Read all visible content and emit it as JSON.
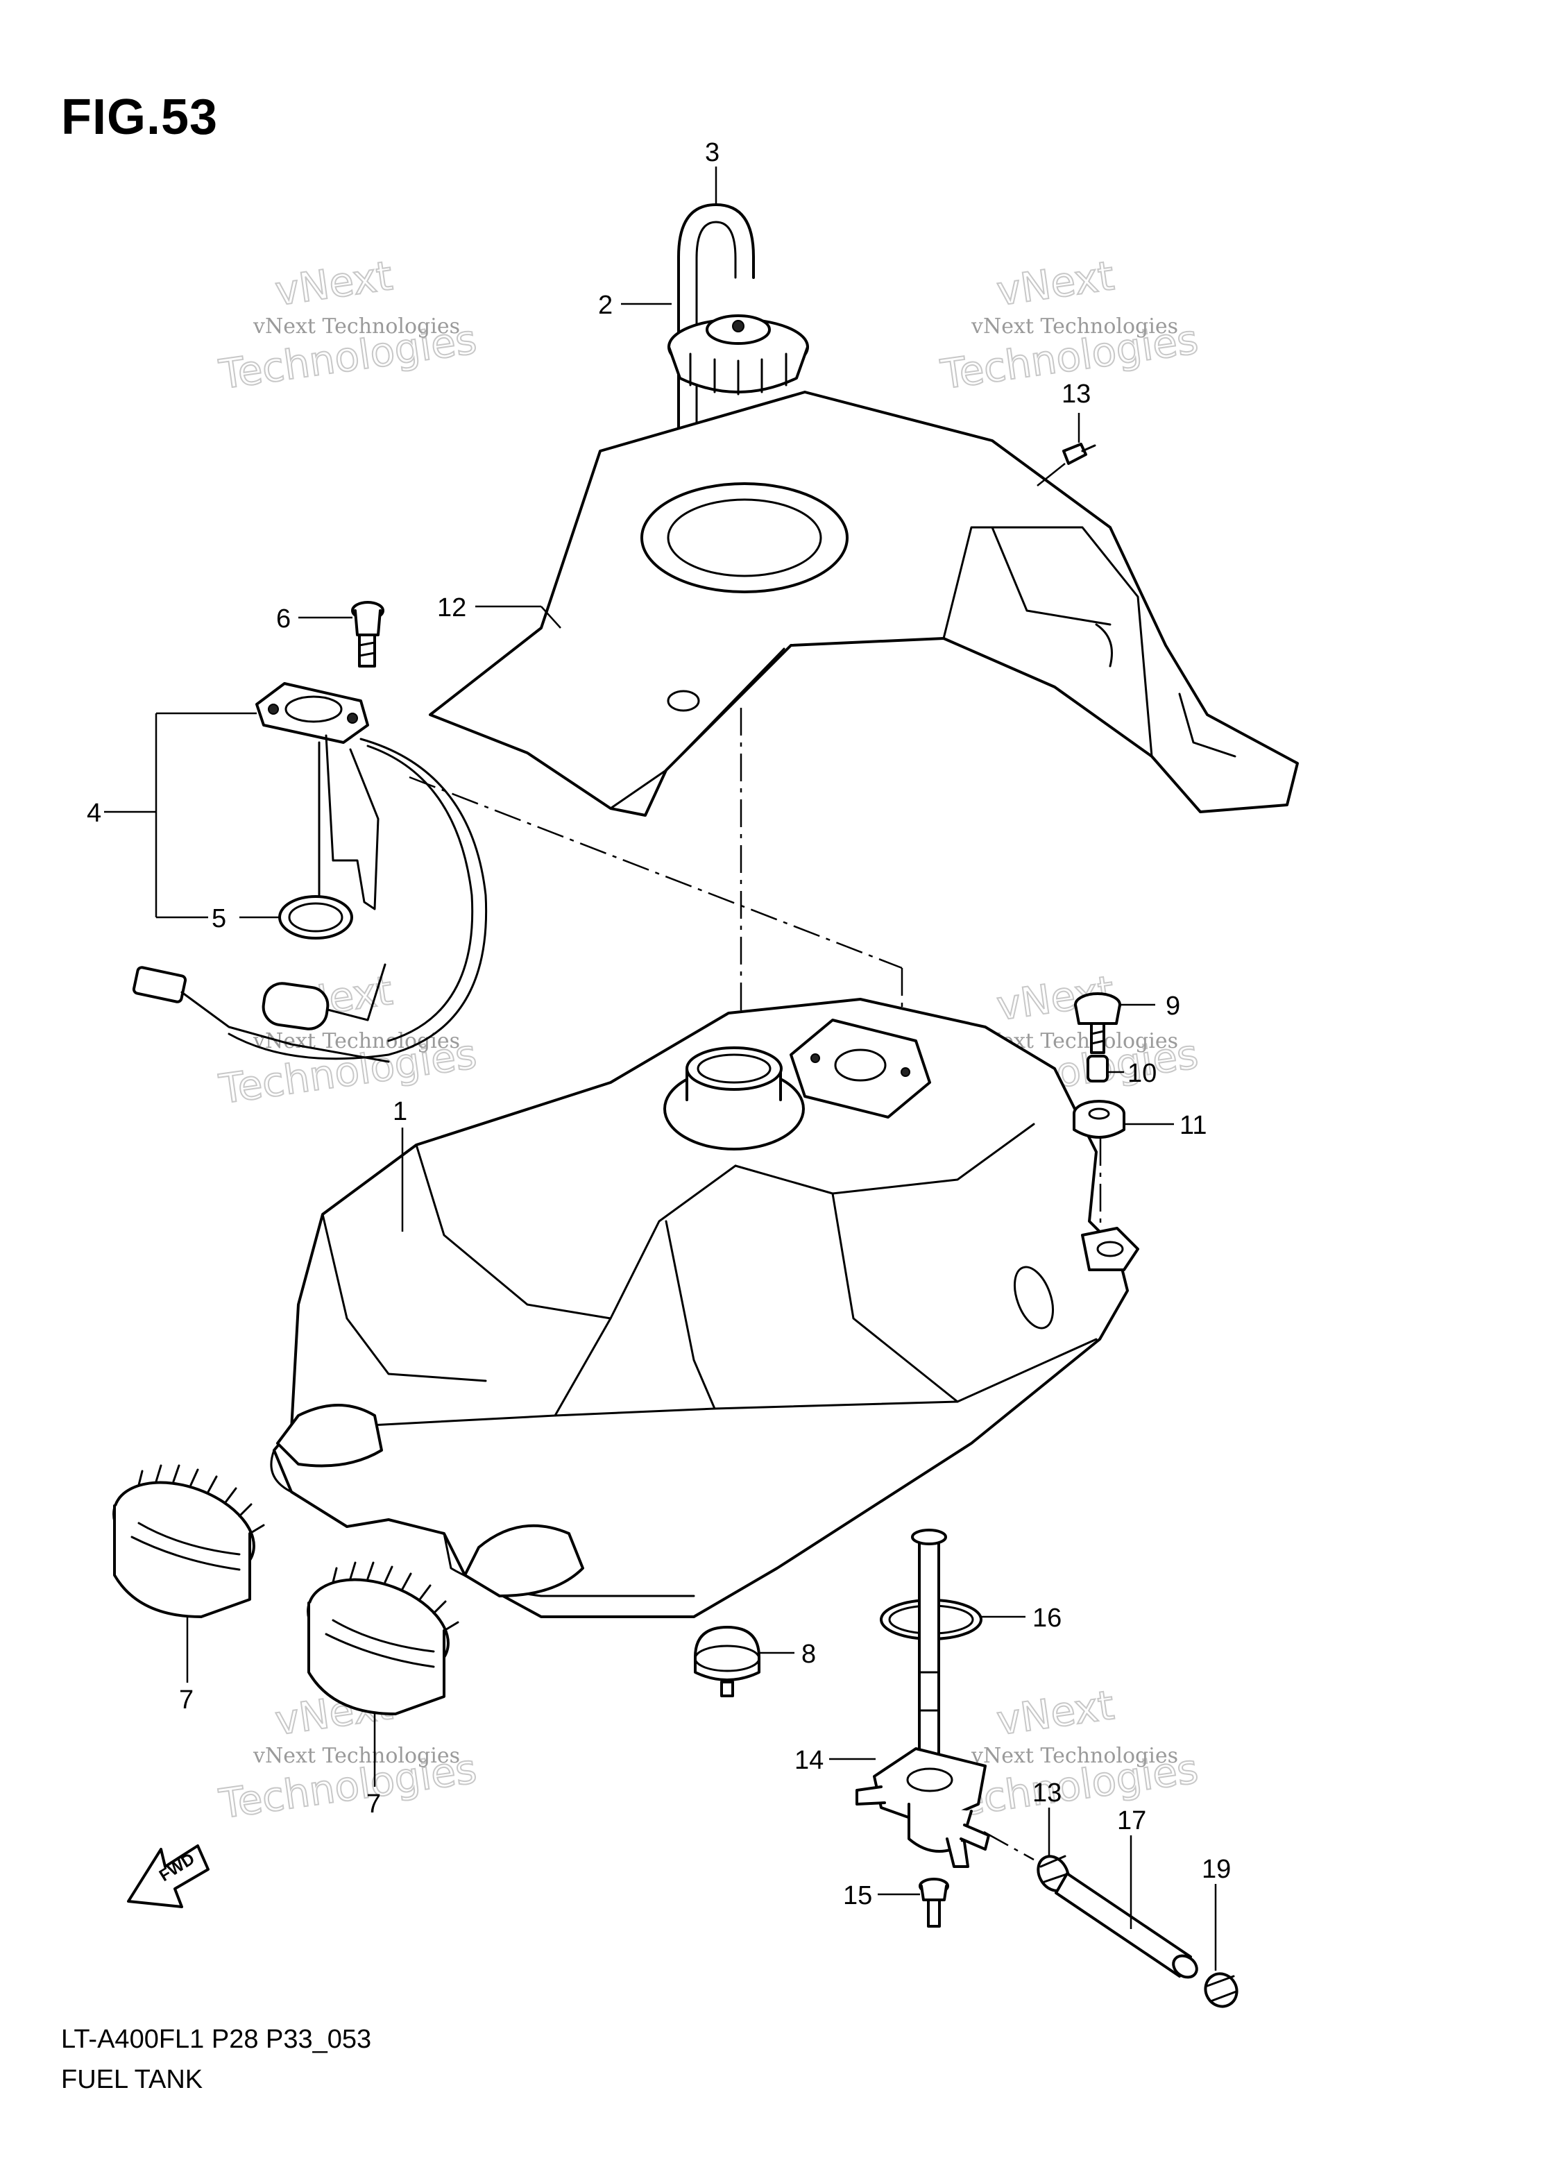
{
  "figure": {
    "title": "FIG.53",
    "code": "LT-A400FL1  P28  P33_053",
    "name": "FUEL TANK",
    "fwd_label": "FWD"
  },
  "watermark": {
    "line1": "vNext Technologies",
    "line2": "Technologies",
    "line3": "vNext"
  },
  "callouts": [
    "1",
    "2",
    "3",
    "4",
    "5",
    "6",
    "7",
    "7",
    "8",
    "9",
    "10",
    "11",
    "12",
    "13",
    "13",
    "14",
    "15",
    "16",
    "17",
    "19"
  ]
}
